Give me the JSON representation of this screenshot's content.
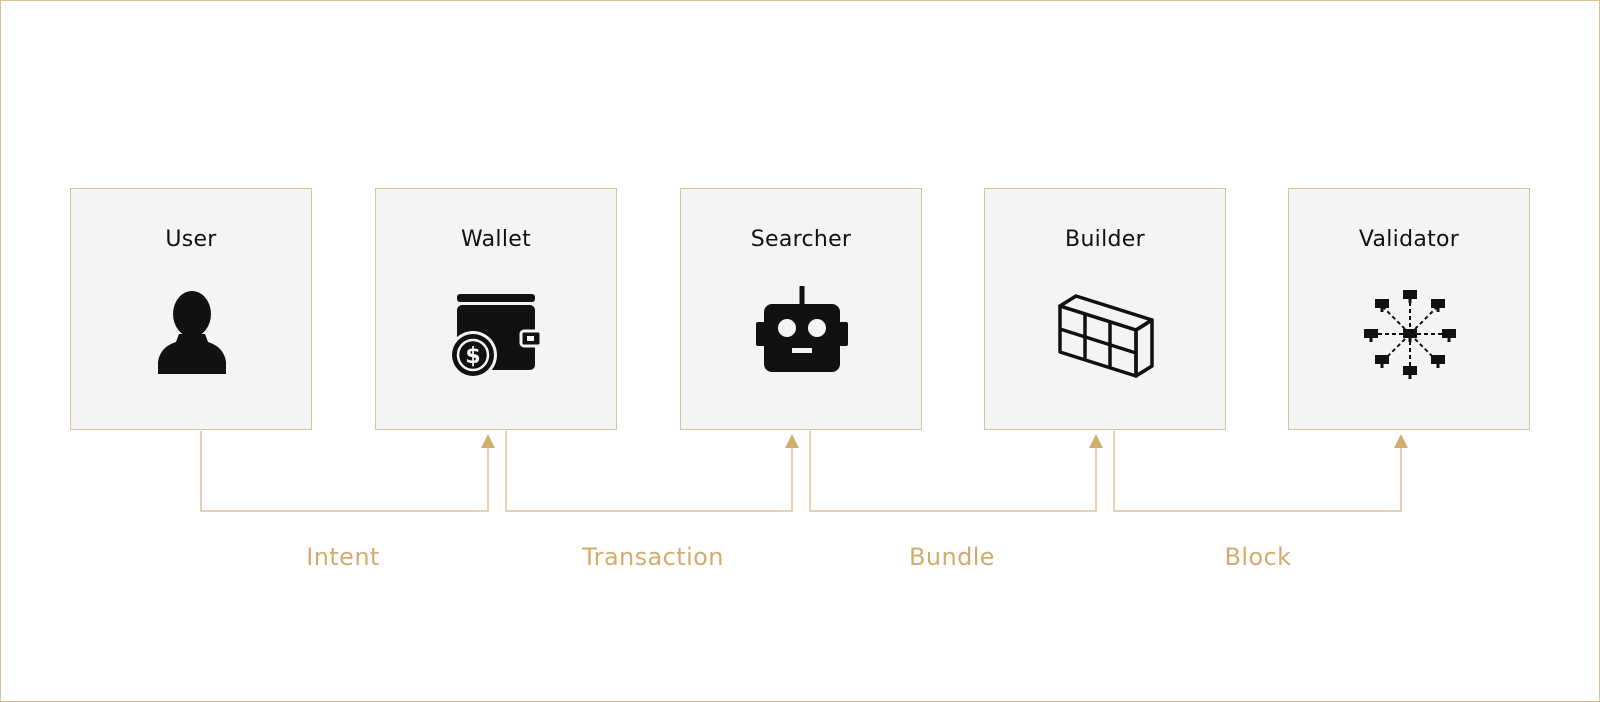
{
  "nodes": [
    {
      "label": "User",
      "icon": "user-icon"
    },
    {
      "label": "Wallet",
      "icon": "wallet-icon"
    },
    {
      "label": "Searcher",
      "icon": "robot-icon"
    },
    {
      "label": "Builder",
      "icon": "blocks-icon"
    },
    {
      "label": "Validator",
      "icon": "network-icon"
    }
  ],
  "edges": [
    {
      "label": "Intent",
      "from": "User",
      "to": "Wallet"
    },
    {
      "label": "Transaction",
      "from": "Wallet",
      "to": "Searcher"
    },
    {
      "label": "Bundle",
      "from": "Searcher",
      "to": "Builder"
    },
    {
      "label": "Block",
      "from": "Builder",
      "to": "Validator"
    }
  ],
  "colors": {
    "accent": "#d4ab6f",
    "box_border": "#dcc29a",
    "box_fill": "#f4f4f4",
    "icon": "#111111"
  }
}
